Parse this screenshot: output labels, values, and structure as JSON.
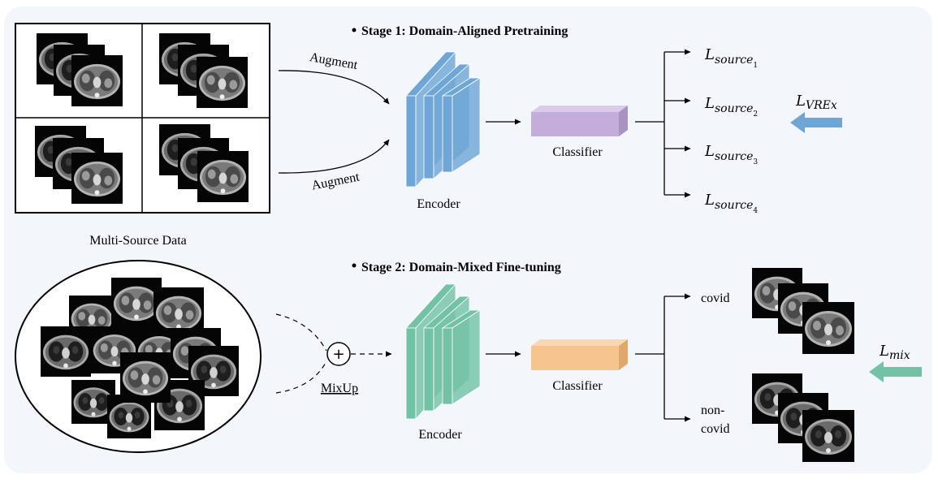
{
  "stage1": {
    "title": "Stage 1: Domain-Aligned Pretraining",
    "augment_top": "Augment",
    "augment_bottom": "Augment",
    "encoder_label": "Encoder",
    "classifier_label": "Classifier",
    "data_label": "Multi-Source Data",
    "losses": [
      {
        "base": "L",
        "sub": "source",
        "idx": "1"
      },
      {
        "base": "L",
        "sub": "source",
        "idx": "2"
      },
      {
        "base": "L",
        "sub": "source",
        "idx": "3"
      },
      {
        "base": "L",
        "sub": "source",
        "idx": "4"
      }
    ],
    "global_loss": {
      "base": "L",
      "sub": "VREx"
    }
  },
  "stage2": {
    "title": "Stage 2: Domain-Mixed Fine-tuning",
    "mixup_label": "MixUp",
    "plus_symbol": "+",
    "encoder_label": "Encoder",
    "classifier_label": "Classifier",
    "output_covid": "covid",
    "output_noncovid_line1": "non-",
    "output_noncovid_line2": "covid",
    "global_loss": {
      "base": "L",
      "sub": "mix"
    }
  },
  "colors": {
    "panel_bg": "#f3f6fb",
    "encoder1": "#6fa6d6",
    "classifier1": "#c3aedb",
    "arrow1": "#6fa6d6",
    "encoder2": "#74c2a6",
    "classifier2": "#f6c48f",
    "arrow2": "#74c2a6"
  }
}
